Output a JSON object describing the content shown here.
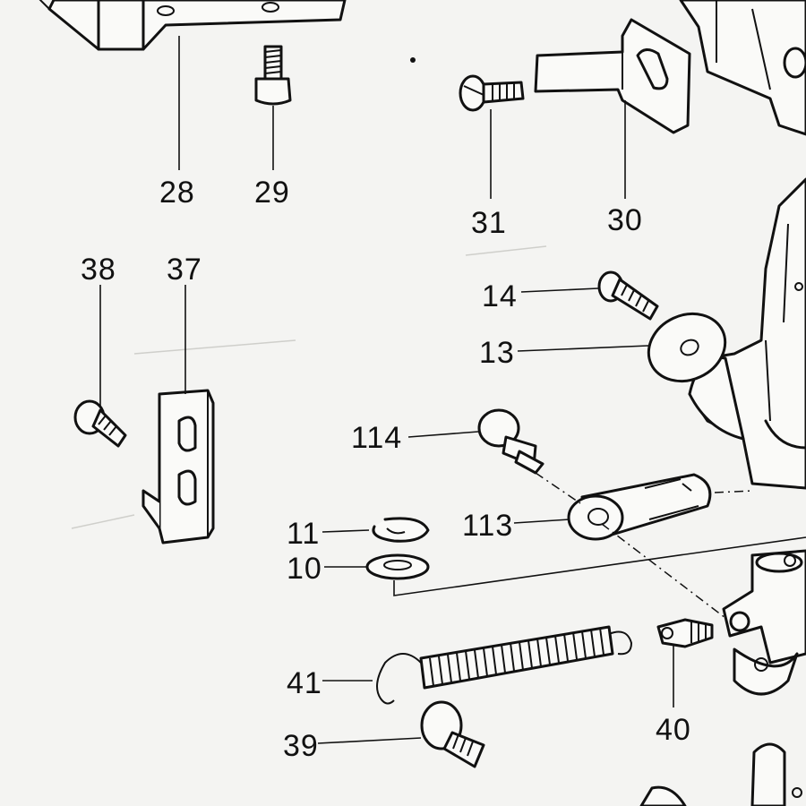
{
  "callouts": {
    "c28": "28",
    "c29": "29",
    "c31": "31",
    "c30": "30",
    "c38": "38",
    "c37": "37",
    "c14": "14",
    "c13": "13",
    "c114": "114",
    "c113": "113",
    "c11": "11",
    "c10": "10",
    "c41": "41",
    "c40": "40",
    "c39": "39"
  }
}
